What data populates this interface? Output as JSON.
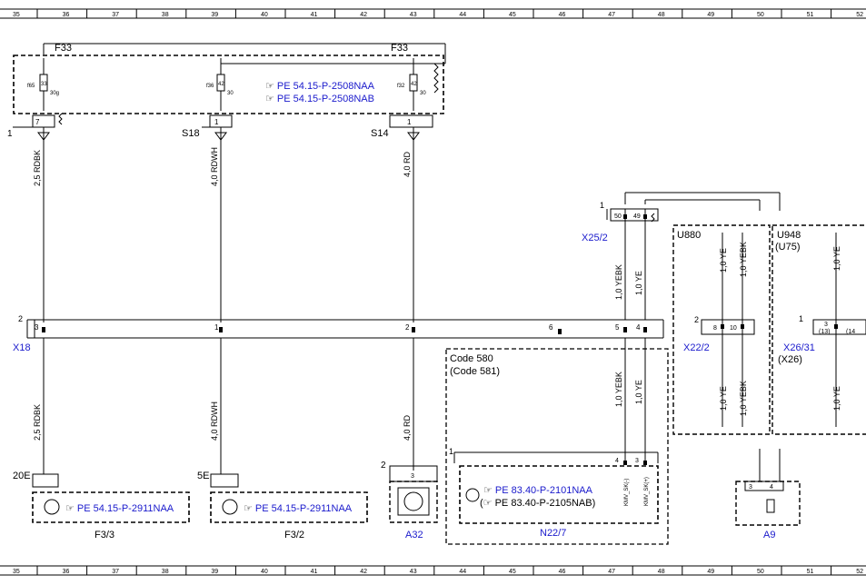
{
  "colors": {
    "link": "#1a1acc",
    "line": "#000000"
  },
  "ruler": [
    "35",
    "36",
    "37",
    "38",
    "39",
    "40",
    "41",
    "42",
    "43",
    "44",
    "45",
    "46",
    "47",
    "48",
    "49",
    "50",
    "51",
    "52"
  ],
  "fuses": [
    {
      "name": "F33",
      "fuse": "f65",
      "num": "33",
      "term": "30g",
      "pin": "7",
      "wire": "2,5 RDBK"
    },
    {
      "name": "F33",
      "fuse": "f36",
      "num": "42",
      "term": "30",
      "pin": "1",
      "wire": "4,0 RDWH"
    },
    {
      "name": "F33",
      "fuse": "f32",
      "num": "42",
      "term": "30",
      "pin": "1",
      "wire": "4,0 RD"
    }
  ],
  "fuse_group": {
    "label_left": "F33",
    "label_right": "F33",
    "refs": [
      "PE 54.15-P-2508NAA",
      "PE 54.15-P-2508NAB"
    ]
  },
  "splices": {
    "left": "1",
    "s18": "S18",
    "s14": "S14"
  },
  "x18": {
    "name": "X18",
    "conn_num": "2",
    "pins": [
      "3",
      "1",
      "2",
      "6",
      "5",
      "4"
    ]
  },
  "x25_2": {
    "name": "X25/2",
    "conn_num": "1",
    "pins": [
      "50",
      "49"
    ]
  },
  "vertical_wires": {
    "rdbk_bottom": "2,5 RDBK",
    "rdwh_bottom": "4,0 RDWH",
    "rd_bottom": "4,0 RD",
    "yebk_top": "1,0 YEBK",
    "ye_top": "1,0 YE",
    "yebk_mid": "1,0 YEBK",
    "ye_mid": "1,0 YE"
  },
  "u880": {
    "name": "U880",
    "conn": "X22/2",
    "conn_num": "2",
    "pins": [
      "8",
      "10"
    ],
    "wire_ye": "1,0 YE",
    "wire_yebk": "1,0 YEBK"
  },
  "u948": {
    "name": "U948",
    "sub": "(U75)",
    "conn": "X26/31",
    "conn_sub": "(X26)",
    "conn_num": "1",
    "pins": [
      "3",
      "(13)",
      "(14"
    ],
    "wire_ye": "1,0 YE"
  },
  "code_box": {
    "code1": "Code 580",
    "code2": "(Code 581)"
  },
  "n22_7": {
    "name": "N22/7",
    "conn_num": "1",
    "pins": [
      "4",
      "3"
    ],
    "sig1": "KMV_SK(-)",
    "sig2": "KMV_SK(+)",
    "ref1": "PE 83.40-P-2101NAA",
    "ref2": "PE 83.40-P-2105NAB",
    "paren_open": "(",
    "paren_close": ")"
  },
  "f3_3": {
    "name": "F3/3",
    "ground": "20E",
    "ref": "PE 54.15-P-2911NAA"
  },
  "f3_2": {
    "name": "F3/2",
    "ground": "5E",
    "ref": "PE 54.15-P-2911NAA"
  },
  "a32": {
    "name": "A32",
    "conn_num": "2",
    "pin": "3"
  },
  "a9": {
    "name": "A9",
    "pins": [
      "3",
      "4"
    ]
  }
}
